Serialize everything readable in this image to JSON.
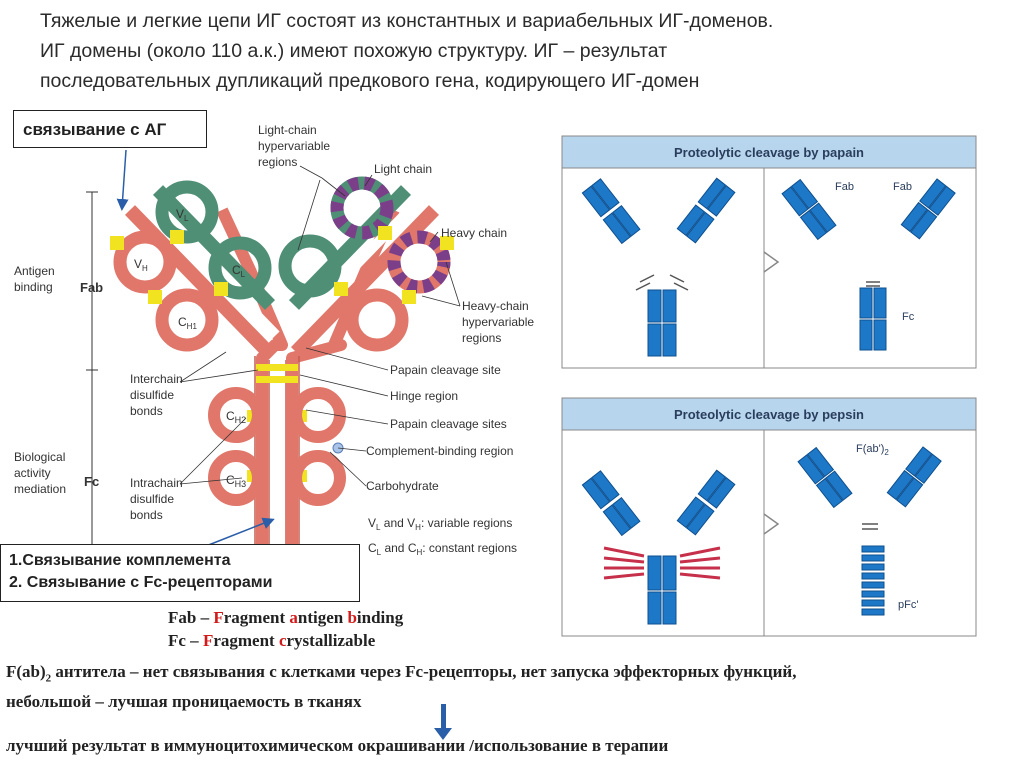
{
  "header": {
    "line1": "Тяжелые и легкие цепи ИГ состоят из константных и вариабельных ИГ-доменов.",
    "line2": "ИГ домены (около 110 а.к.) имеют похожую структуру. ИГ – результат",
    "line3": "последовательных дупликаций предкового гена, кодирующего ИГ-домен"
  },
  "callouts": {
    "antigen_binding": "связывание с АГ",
    "fc_line1": "1.Связывание комплемента",
    "fc_line2": "2. Связывание с  Fc-рецепторами"
  },
  "diagram": {
    "side_antigen": [
      "Antigen",
      "binding"
    ],
    "fab": "Fab",
    "side_bio": [
      "Biological",
      "activity",
      "mediation"
    ],
    "fc": "Fc",
    "domains": {
      "vl": "V",
      "vl_sub": "L",
      "vh": "V",
      "vh_sub": "H",
      "cl": "C",
      "cl_sub": "L",
      "ch1": "C",
      "ch1_sub": "H1",
      "ch2": "C",
      "ch2_sub": "H2",
      "ch3": "C",
      "ch3_sub": "H3"
    },
    "labels": {
      "lc_hyper": [
        "Light-chain",
        "hypervariable",
        "regions"
      ],
      "light_chain": "Light chain",
      "heavy_chain": "Heavy chain",
      "hc_hyper": [
        "Heavy-chain",
        "hypervariable",
        "regions"
      ],
      "papain1": "Papain cleavage site",
      "hinge": "Hinge region",
      "papain2": "Papain cleavage sites",
      "complement": "Complement-binding region",
      "carbohydrate": "Carbohydrate",
      "interchain": [
        "Interchain",
        "disulfide",
        "bonds"
      ],
      "intrachain": [
        "Intrachain",
        "disulfide",
        "bonds"
      ],
      "variable_regions": [
        "V",
        "L",
        " and V",
        "H",
        ": variable regions"
      ],
      "constant_regions": [
        "C",
        "L",
        " and C",
        "H",
        ": constant regions"
      ]
    },
    "colors": {
      "heavy": "#e0776a",
      "light": "#4f8f76",
      "hinge": "#f2e320",
      "hyper": "#7b3f8a",
      "protein": "#1e78c8",
      "panel_header": "#b7d6ee"
    }
  },
  "panels": {
    "papain": {
      "title": "Proteolytic cleavage by papain",
      "fab1": "Fab",
      "fab2": "Fab",
      "fc": "Fc"
    },
    "pepsin": {
      "title": "Proteolytic cleavage by pepsin",
      "fab2": "F(ab')",
      "fab2_sub": "2",
      "pfc": "pFc'"
    }
  },
  "legend": {
    "fab_prefix": "Fab – ",
    "fab_F": "F",
    "fab_mid1": "ragment ",
    "fab_a": "a",
    "fab_mid2": "ntigen ",
    "fab_b": "b",
    "fab_end": "inding",
    "fc_prefix": "Fc – ",
    "fc_F": "F",
    "fc_mid": "ragment ",
    "fc_c": "c",
    "fc_end": "rystallizable"
  },
  "note": {
    "line1_a": "F(ab)",
    "line1_sub": "2",
    "line1_b": " антитела – нет связывания с клетками через Fc-рецепторы, нет запуска эффекторных функций,",
    "line2": "небольшой – лучшая проницаемость в тканях"
  },
  "result": "лучший результат в  иммуноцитохимическом окрашивании /использование в терапии"
}
